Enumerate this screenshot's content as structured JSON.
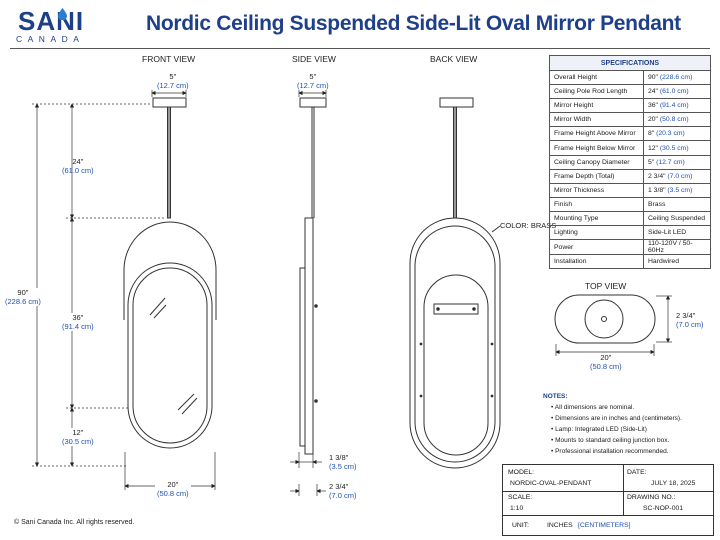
{
  "brand": {
    "name": "SANI",
    "sub": "CANADA"
  },
  "title": "Nordic Ceiling Suspended Side-Lit Oval Mirror Pendant",
  "views": {
    "front": "FRONT VIEW",
    "side": "SIDE VIEW",
    "back": "BACK VIEW",
    "top": "TOP VIEW"
  },
  "dims": {
    "canopy_front": {
      "in": "5\"",
      "cm": "(12.7 cm)"
    },
    "canopy_side": {
      "in": "5\"",
      "cm": "(12.7 cm)"
    },
    "rod": {
      "in": "24\"",
      "cm": "(61.0 cm)"
    },
    "overall": {
      "in": "90\"",
      "cm": "(228.6 cm)"
    },
    "mirror": {
      "in": "36\"",
      "cm": "(91.4 cm)"
    },
    "below": {
      "in": "12\"",
      "cm": "(30.5 cm)"
    },
    "width_front": {
      "in": "20\"",
      "cm": "(50.8 cm)"
    },
    "thickness": {
      "in": "1 3/8\"",
      "cm": "(3.5 cm)"
    },
    "depth": {
      "in": "2 3/4\"",
      "cm": "(7.0 cm)"
    },
    "top_width": {
      "in": "20\"",
      "cm": "(50.8 cm)"
    },
    "top_depth": {
      "in": "2 3/4\"",
      "cm": "(7.0 cm)"
    }
  },
  "color_callout": "COLOR: BRASS",
  "specs": {
    "header": "SPECIFICATIONS",
    "rows": [
      {
        "k": "Overall Height",
        "v": "90\"",
        "cm": "(228.6 cm)"
      },
      {
        "k": "Ceiling Pole Rod Length",
        "v": "24\"",
        "cm": "(61.0 cm)"
      },
      {
        "k": "Mirror Height",
        "v": "36\"",
        "cm": "(91.4 cm)"
      },
      {
        "k": "Mirror Width",
        "v": "20\"",
        "cm": "(50.8 cm)"
      },
      {
        "k": "Frame Height Above Mirror",
        "v": "8\"",
        "cm": "(20.3 cm)"
      },
      {
        "k": "Frame Height Below Mirror",
        "v": "12\"",
        "cm": "(30.5 cm)"
      },
      {
        "k": "Ceiling Canopy Diameter",
        "v": "5\"",
        "cm": "(12.7 cm)"
      },
      {
        "k": "Frame Depth (Total)",
        "v": "2 3/4\"",
        "cm": "(7.0 cm)"
      },
      {
        "k": "Mirror Thickness",
        "v": "1 3/8\"",
        "cm": "(3.5 cm)"
      },
      {
        "k": "Finish",
        "v": "Brass",
        "cm": ""
      },
      {
        "k": "Mounting Type",
        "v": "Ceiling Suspended",
        "cm": ""
      },
      {
        "k": "Lighting",
        "v": "Side-Lit LED",
        "cm": ""
      },
      {
        "k": "Power",
        "v": "110-120V / 50-60Hz",
        "cm": ""
      },
      {
        "k": "Installation",
        "v": "Hardwired",
        "cm": ""
      }
    ]
  },
  "notes": {
    "title": "NOTES:",
    "items": [
      "All dimensions are nominal.",
      "Dimensions are in inches and (centimeters).",
      "Lamp: Integrated LED (Side-Lit)",
      "Mounts to standard ceiling junction box.",
      "Professional installation recommended."
    ]
  },
  "title_block": {
    "model_label": "MODEL:",
    "model": "NORDIC-OVAL-PENDANT",
    "date_label": "DATE:",
    "date": "JULY 18, 2025",
    "scale_label": "SCALE:",
    "scale": "1:10",
    "drawing_label": "DRAWING NO.:",
    "drawing": "SC-NOP-001",
    "unit_label": "UNIT:",
    "unit_in": "INCHES",
    "unit_cm": "[CENTIMETERS]"
  },
  "copyright": "© Sani Canada Inc. All rights reserved.",
  "colors": {
    "brand": "#1e3f8a",
    "metric": "#1f4fb5",
    "line": "#333333"
  }
}
